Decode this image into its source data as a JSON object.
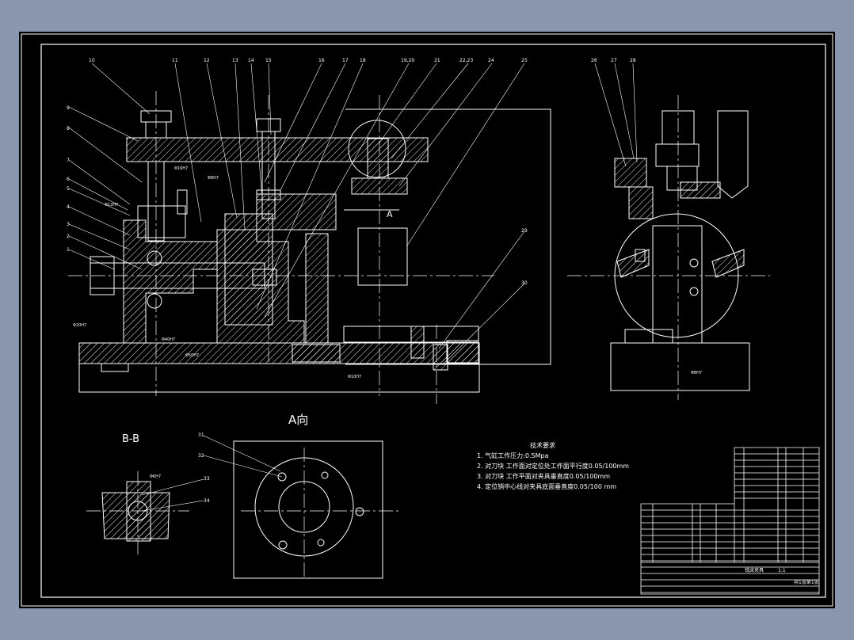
{
  "colors": {
    "background": "#8996ad",
    "sheet": "#000000",
    "line": "#ffffff",
    "hatch": "#ffffff"
  },
  "balloons": [
    "10",
    "9",
    "8",
    "7",
    "6",
    "5",
    "4",
    "3",
    "2",
    "1",
    "11",
    "12",
    "13",
    "14",
    "15",
    "16",
    "17",
    "18",
    "19,20",
    "21",
    "22,23",
    "24",
    "25",
    "26",
    "27",
    "28",
    "29",
    "30",
    "31",
    "32",
    "33",
    "34"
  ],
  "view_labels": {
    "a_view": "A向",
    "section_bb": "B-B",
    "arrow_a": "A"
  },
  "tech_requirements": {
    "title": "技术要求",
    "items": [
      "1. 气缸工作压力:0.5Mpa",
      "2. 对刀块 工作面对定位处工作面平行度0.05/100mm",
      "3. 对刀块 工作平面对夹具垂直度0.05/100mm",
      "4. 定位销中心线对夹具底面垂直度0.05/100 mm"
    ]
  },
  "dimension_notes": [
    "Φ16H7",
    "Φ8H7",
    "Φ12H7",
    "Φ20H7",
    "Φ40H7",
    "Φ50H7",
    "Φ10H7",
    "Φ8H7",
    "Φ6H7"
  ],
  "title_block": {
    "drawing_name": "铣床夹具",
    "scale": "1:1",
    "sheet": "共1张第1张"
  }
}
